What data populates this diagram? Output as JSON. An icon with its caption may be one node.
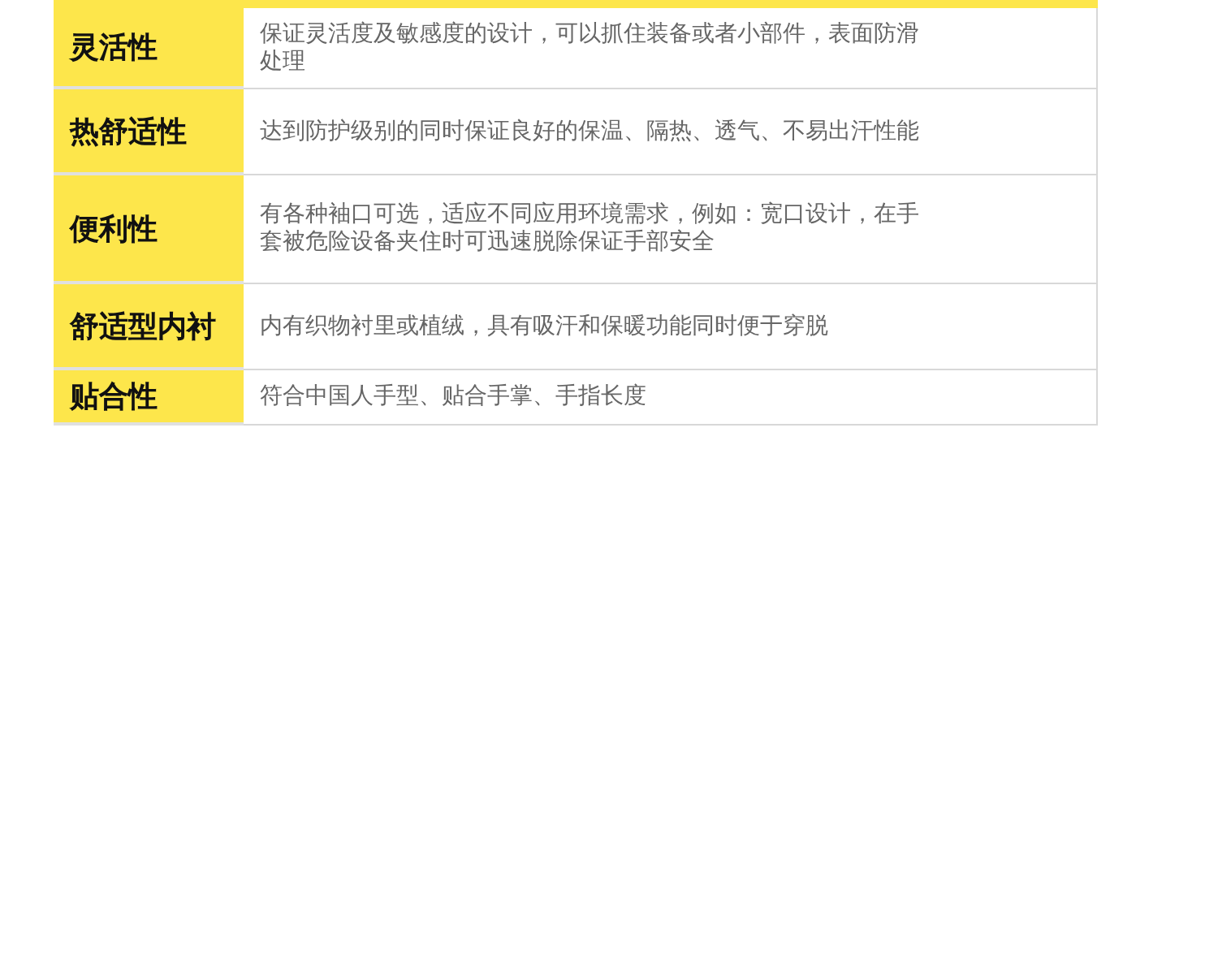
{
  "diagram": {
    "labels": [
      "灵活性",
      "保证灵活度及敏感度的设计，可以抓住装备或者小部件，表面防滑处理",
      "热舒适性",
      "达到防护级别的同时保证良好的保温、隔热、透气、不易出汗性能",
      "便利性",
      "有各种袖口可选，适应不同应用环境需求，例如：宽口设计，在手套被危险设备夹住时可迅速脱除保证手部安全",
      "舒适型内衬",
      "内有织物衬里或植绒，具有吸汗和保暖功能同时便于穿脱",
      "贴合性",
      "符合中国人手型、贴合手掌、手指长度"
    ]
  }
}
